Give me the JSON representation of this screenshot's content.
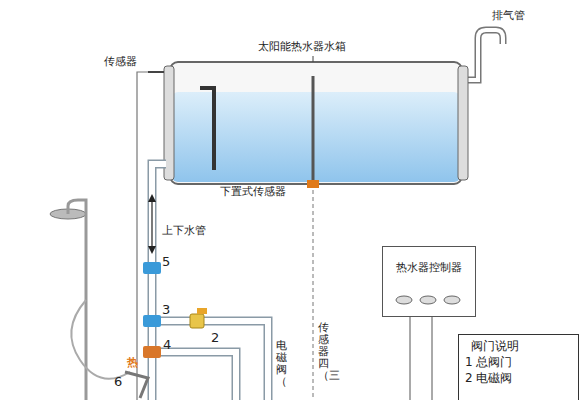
{
  "diagram": {
    "nodes": [
      {
        "text": [
          "太阳能热水器水箱"
        ]
      },
      {
        "text": [
          "热水器控制器"
        ]
      },
      {
        "text": [
          "阀门说明",
          "1 总阀门",
          "2 电磁阀"
        ]
      }
    ],
    "labels": [
      "排气管",
      "传感器",
      "下置式传感器",
      "上下水管",
      "电磁阀（",
      "传感器四（三",
      "5",
      "3",
      "2",
      "4",
      "6",
      "热"
    ]
  }
}
